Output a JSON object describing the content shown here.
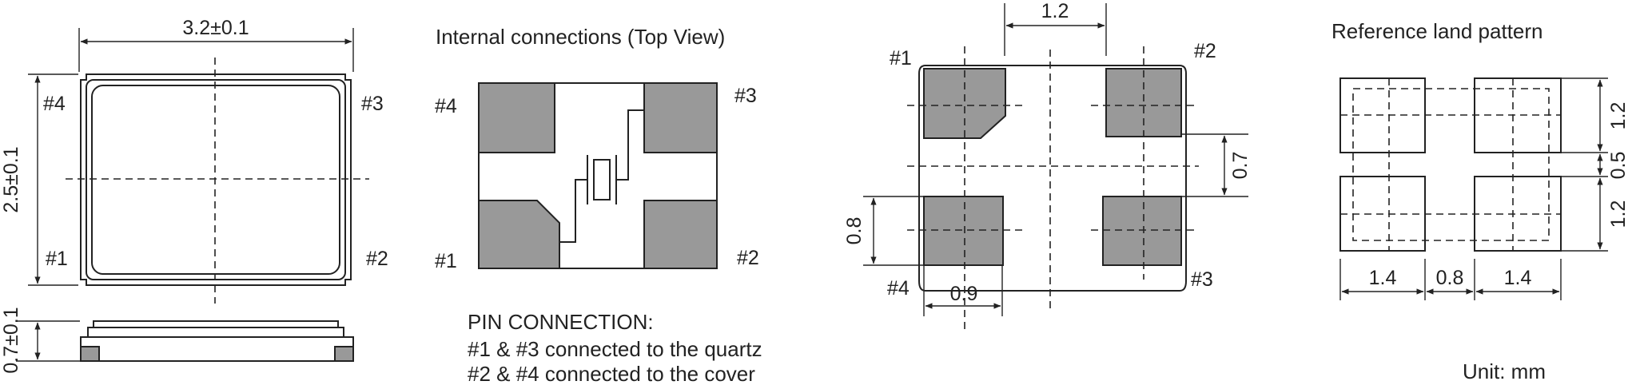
{
  "outline": {
    "dim_width": "3.2±0.1",
    "dim_height": "2.5±0.1",
    "dim_thickness": "0.7±0.1",
    "pins": [
      "#1",
      "#2",
      "#3",
      "#4"
    ]
  },
  "internal": {
    "title": "Internal connections (Top View)",
    "pins": [
      "#1",
      "#2",
      "#3",
      "#4"
    ]
  },
  "pin_connection": {
    "heading": "PIN CONNECTION:",
    "line1": "#1 & #3 connected to the quartz",
    "line2": "#2 & #4 connected to the cover"
  },
  "bottom_view": {
    "pins": [
      "#1",
      "#2",
      "#3",
      "#4"
    ],
    "dim_pad_spacing": "1.2",
    "dim_pad_gap": "0.7",
    "dim_pad_height": "0.8",
    "dim_pad_width": "0.9"
  },
  "land": {
    "title": "Reference land pattern",
    "dim_row_top": "1.2",
    "dim_row_gap": "0.5",
    "dim_row_bottom": "1.2",
    "dim_col_left": "1.4",
    "dim_col_gap": "0.8",
    "dim_col_right": "1.4",
    "unit": "Unit: mm"
  },
  "colors": {
    "ink": "#222222",
    "pad_fill": "#999999",
    "background": "#ffffff"
  }
}
